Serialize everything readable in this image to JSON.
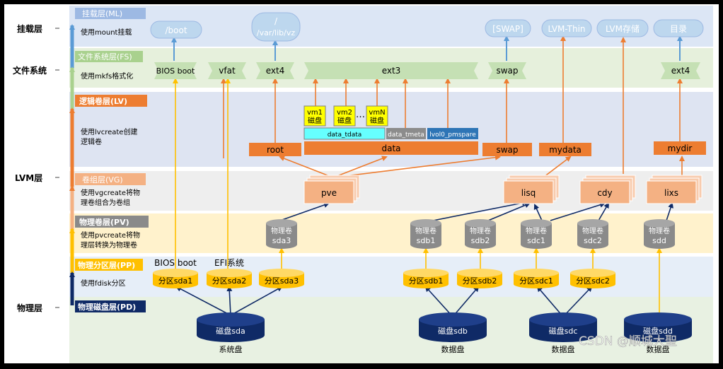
{
  "side_labels": {
    "mount": "挂载层",
    "fs": "文件系统",
    "lvm": "LVM层",
    "physical": "物理层"
  },
  "layers": {
    "ml": {
      "title": "挂载层(ML)",
      "desc": "使用mount挂载"
    },
    "fs": {
      "title": "文件系统层(FS)",
      "desc": "使用mkfs格式化"
    },
    "lv": {
      "title": "逻辑卷层(LV)",
      "desc1": "使用lvcreate创建",
      "desc2": "逻辑卷"
    },
    "vg": {
      "title": "卷组层(VG)",
      "desc1": "使用vgcreate将物",
      "desc2": "理卷组合为卷组"
    },
    "pv": {
      "title": "物理卷层(PV)",
      "desc1": "使用pvcreate将物",
      "desc2": "理层转换为物理卷"
    },
    "pp": {
      "title": "物理分区层(PP)",
      "desc": "使用fdisk分区"
    },
    "pd": {
      "title": "物理磁盘层(PD)"
    }
  },
  "mount_points": {
    "boot": "/boot",
    "root1": "/",
    "root2": "/var/lib/vz",
    "swap": "[SWAP]",
    "lvmthin": "LVM-Thin",
    "lvmstore": "LVM存储",
    "dir": "目录"
  },
  "filesystems": {
    "biosboot": "BIOS boot",
    "vfat": "vfat",
    "ext4a": "ext4",
    "ext3": "ext3",
    "swap": "swap",
    "ext4b": "ext4"
  },
  "vm_disks": {
    "vm1_a": "vm1",
    "vm1_b": "磁盘",
    "vm2_a": "vm2",
    "vm2_b": "磁盘",
    "dots": "…",
    "vmn_a": "vmN",
    "vmn_b": "磁盘"
  },
  "thin_parts": {
    "tdata": "data_tdata",
    "tmeta": "data_tmeta",
    "pmspare": "lvol0_pmspare"
  },
  "logical_volumes": {
    "root": "root",
    "data": "data",
    "swap": "swap",
    "mydata": "mydata",
    "mydir": "mydir"
  },
  "volume_groups": {
    "pve": "pve",
    "lisq": "lisq",
    "cdy": "cdy",
    "lixs": "lixs"
  },
  "physical_volumes": {
    "label": "物理卷",
    "sda3": "sda3",
    "sdb1": "sdb1",
    "sdb2": "sdb2",
    "sdc1": "sdc1",
    "sdc2": "sdc2",
    "sdd": "sdd"
  },
  "partition_captions": {
    "biosboot": "BIOS boot",
    "efi": "EFI系统"
  },
  "partitions": {
    "sda1": "分区sda1",
    "sda2": "分区sda2",
    "sda3": "分区sda3",
    "sdb1": "分区sdb1",
    "sdb2": "分区sdb2",
    "sdc1": "分区sdc1",
    "sdc2": "分区sdc2"
  },
  "disks": {
    "sda": "磁盘sda",
    "sdb": "磁盘sdb",
    "sdc": "磁盘sdc",
    "sdd": "磁盘sdd"
  },
  "disk_captions": {
    "sda": "系统盘",
    "sdb": "数据盘",
    "sdc": "数据盘",
    "sdd": "数据盘"
  },
  "watermark": "CSDN @顺城大聖",
  "colors": {
    "orange": "#ED7D31",
    "gold": "#FFC000",
    "navy": "#0F2A66",
    "blue": "#5B9BD5",
    "lightblue_pill": "#BDD7EE",
    "green_chevron": "#C5E0B4",
    "cyan": "#66FFFF",
    "gray_pv": "#8A8A8A",
    "ml_band": "#DCE6F5",
    "fs_band": "#E6F0DC",
    "lv_band": "#DEE4F2",
    "vg_band": "#EEEEEE",
    "pv_band": "#FFF2CC",
    "pp_band": "#E6EEF8",
    "pd_band": "#E8F1E2"
  }
}
